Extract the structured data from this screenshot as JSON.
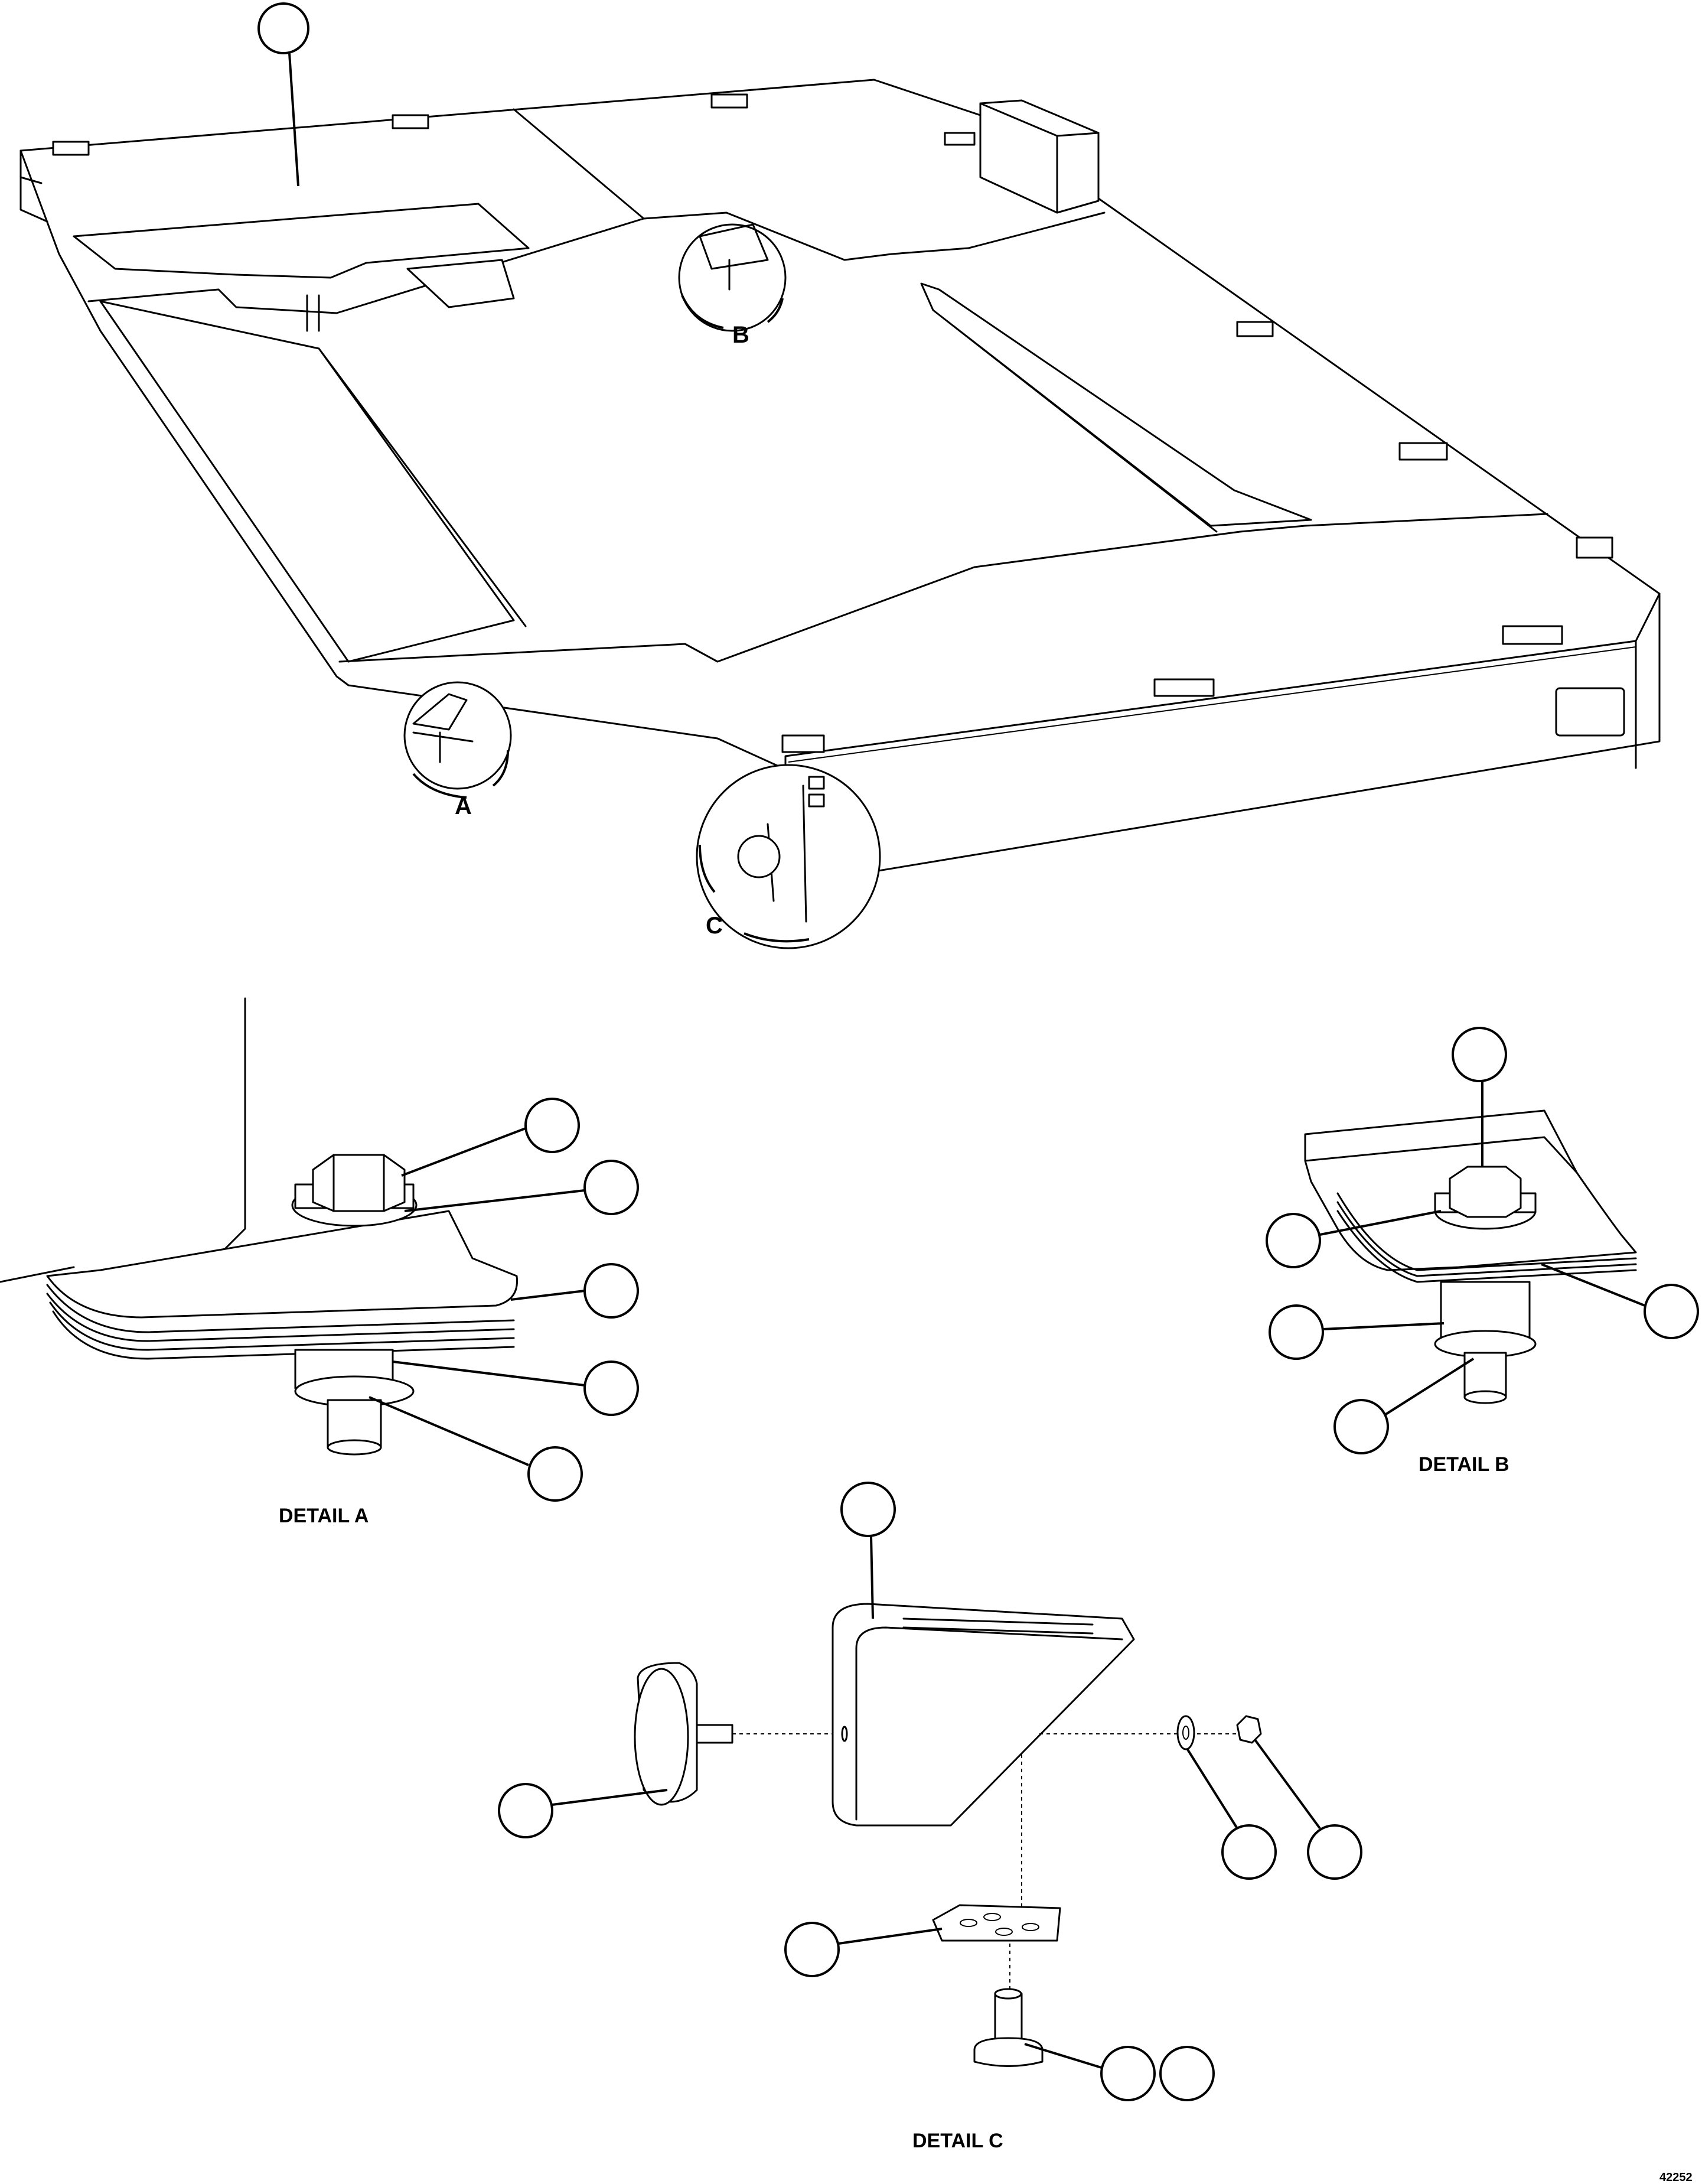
{
  "detail_markers": [
    "A",
    "B",
    "C"
  ],
  "detail_titles": {
    "a": "DETAIL A",
    "b": "DETAIL B",
    "c": "DETAIL C"
  },
  "figure_number": "42252"
}
